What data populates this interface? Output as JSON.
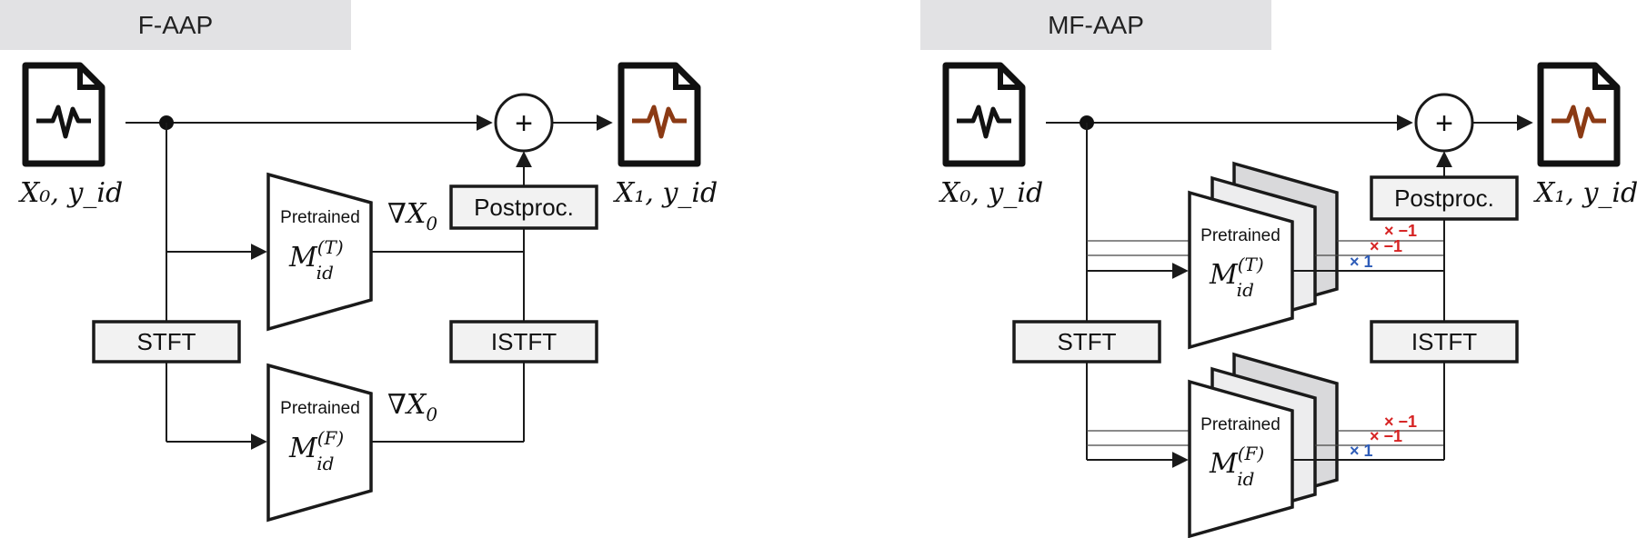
{
  "panels": [
    {
      "title": "F-AAP",
      "input_label": "X₀, y_id",
      "output_label": "X₁, y_id",
      "postproc_label": "Postproc.",
      "stft_label": "STFT",
      "istft_label": "ISTFT",
      "model_top": {
        "caption": "Pretrained",
        "symbol": "M",
        "sup": "(T)",
        "sub": "id"
      },
      "model_bottom": {
        "caption": "Pretrained",
        "symbol": "M",
        "sup": "(F)",
        "sub": "id"
      },
      "grad_label": {
        "nabla": "∇",
        "var": "X",
        "sub": "0"
      },
      "sum_symbol": "+"
    },
    {
      "title": "MF-AAP",
      "input_label": "X₀, y_id",
      "output_label": "X₁, y_id",
      "postproc_label": "Postproc.",
      "stft_label": "STFT",
      "istft_label": "ISTFT",
      "model_top": {
        "caption": "Pretrained",
        "symbol": "M",
        "sup": "(T)",
        "sub": "id"
      },
      "model_bottom": {
        "caption": "Pretrained",
        "symbol": "M",
        "sup": "(F)",
        "sub": "id"
      },
      "weights": [
        "× −1",
        "× −1",
        "× 1"
      ],
      "sum_symbol": "+"
    }
  ],
  "colors": {
    "title_bg": "#e2e2e4",
    "box_fill": "#f2f2f2",
    "stroke": "#1a1a1a",
    "waveform_input": "#111111",
    "waveform_output": "#8b3a14",
    "neg_weight": "#d62424",
    "pos_weight": "#2f5db8",
    "stack_back": "#d9d9db",
    "stack_mid": "#ededee"
  },
  "icons": [
    "audio-file-icon",
    "adversarial-audio-file-icon"
  ]
}
